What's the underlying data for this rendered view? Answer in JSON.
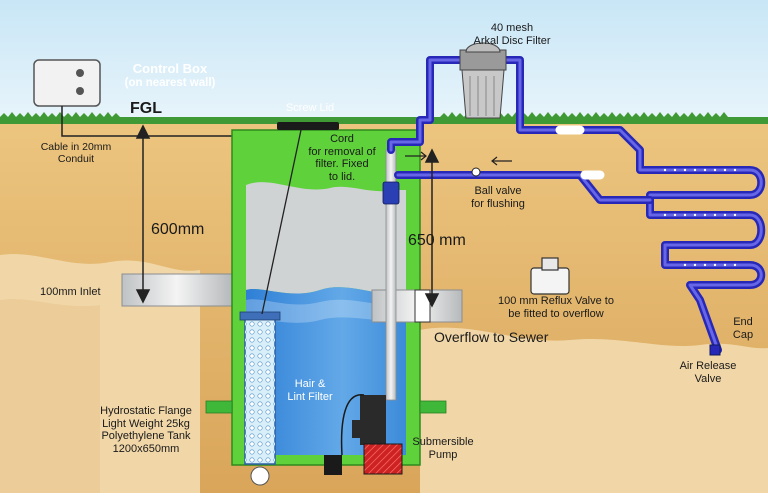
{
  "labels": {
    "mesh_filter_line1": "40 mesh",
    "mesh_filter_line2": "Arkal Disc Filter",
    "control_box_line1": "Control Box",
    "control_box_line2": "(on nearest wall)",
    "fgl": "FGL",
    "screw_lid": "Screw Lid",
    "cord_line1": "Cord",
    "cord_line2": "for removal of",
    "cord_line3": "filter. Fixed",
    "cord_line4": "to lid.",
    "cable_line1": "Cable in 20mm",
    "cable_line2": "Conduit",
    "depth_600": "600mm",
    "depth_650": "650 mm",
    "ball_valve_line1": "Ball valve",
    "ball_valve_line2": "for flushing",
    "inlet": "100mm Inlet",
    "reflux_line1": "100 mm Reflux Valve to",
    "reflux_line2": "be fitted to overflow",
    "overflow": "Overflow to Sewer",
    "end_cap_line1": "End",
    "end_cap_line2": "Cap",
    "air_release_line1": "Air Release",
    "air_release_line2": "Valve",
    "hair_filter_line1": "Hair &",
    "hair_filter_line2": "Lint Filter",
    "tank_line1": "Hydrostatic Flange",
    "tank_line2": "Light Weight 25kg",
    "tank_line3": "Polyethylene Tank",
    "tank_line4": "1200x650mm",
    "pump_line1": "Submersible",
    "pump_line2": "Pump"
  },
  "colors": {
    "sky": "#d6ecf8",
    "soil": "#e8bd78",
    "soil_deep": "#d9a95f",
    "grass": "#3f9a35",
    "tank_green": "#5fd13a",
    "water": "#4a90d8",
    "greywater": "#d0d4d4",
    "pipe_blue": "#2828b8",
    "label_blue": "#ffffff",
    "pump": "#2a2a2a",
    "pump_red": "#cc2222",
    "flange": "#3fb83a"
  },
  "icons": {
    "control_box": "control-box-icon",
    "disc_filter": "disc-filter-icon",
    "reflux_valve": "reflux-valve-icon",
    "pump": "submersible-pump-icon",
    "hair_filter": "hair-filter-icon"
  }
}
